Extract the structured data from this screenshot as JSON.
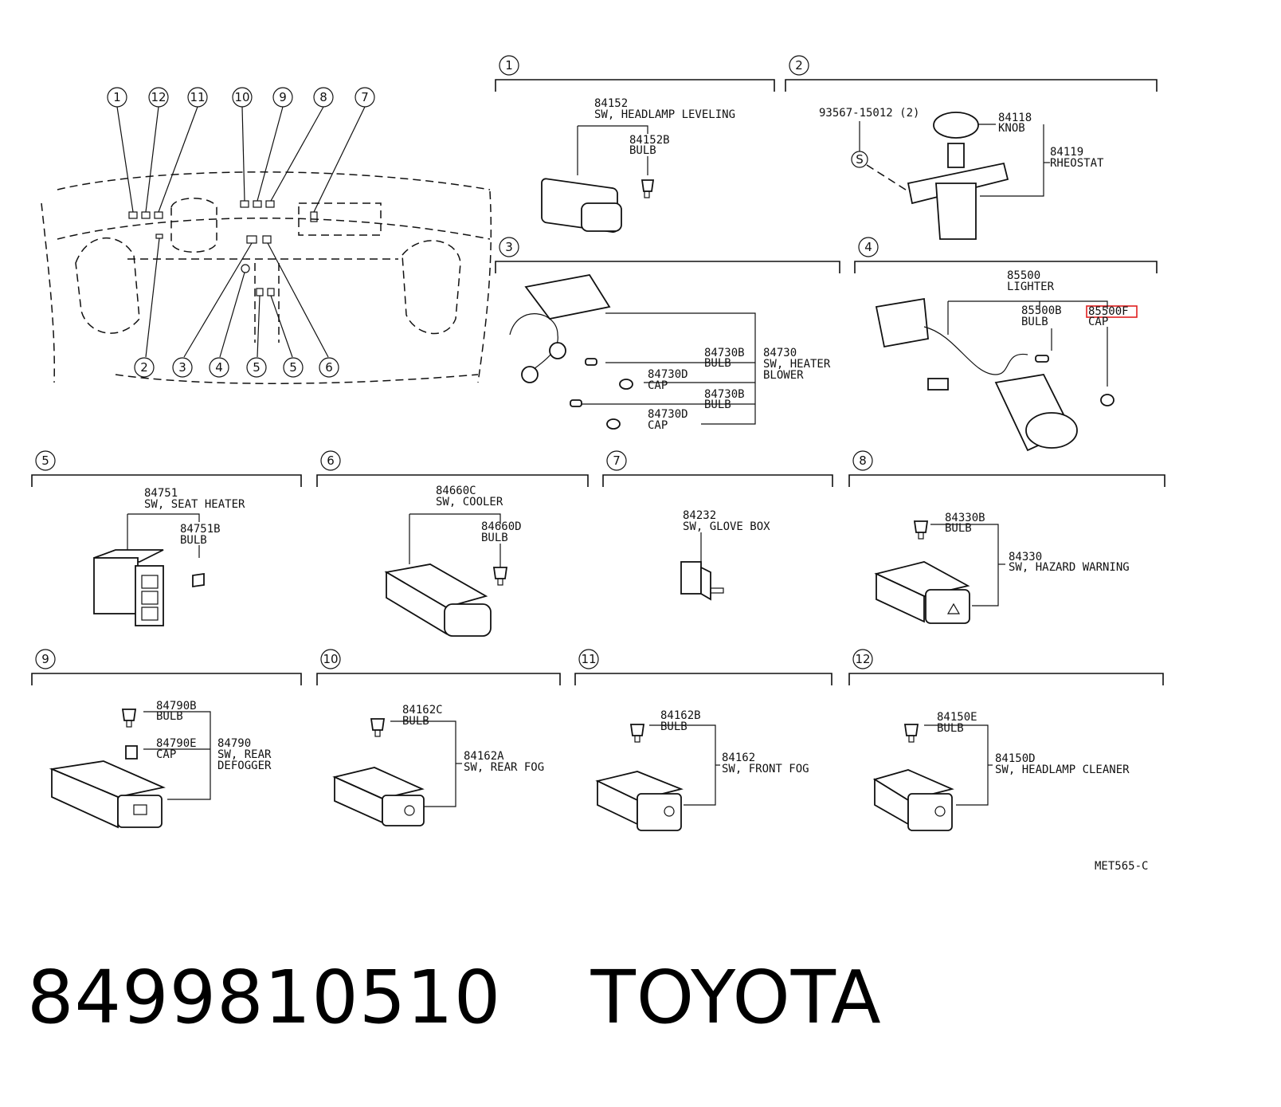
{
  "callout_numbers": [
    "1",
    "2",
    "3",
    "4",
    "5",
    "6",
    "7",
    "8",
    "9",
    "10",
    "11",
    "12"
  ],
  "overview_callouts": [
    "1",
    "12",
    "11",
    "10",
    "9",
    "8",
    "7",
    "2",
    "3",
    "4",
    "5",
    "5",
    "6"
  ],
  "groups": [
    {
      "id": "1",
      "parts": [
        {
          "code": "84152",
          "desc": "SW, HEADLAMP LEVELING"
        },
        {
          "code": "84152B",
          "desc": "BULB"
        }
      ]
    },
    {
      "id": "2",
      "parts": [
        {
          "code": "93567-15012 (2)",
          "desc": ""
        },
        {
          "code": "84118",
          "desc": "KNOB"
        },
        {
          "code": "84119",
          "desc": "RHEOSTAT"
        }
      ],
      "screw_symbol": "S"
    },
    {
      "id": "3",
      "parts": [
        {
          "code": "84730B",
          "desc": "BULB"
        },
        {
          "code": "84730D",
          "desc": "CAP"
        },
        {
          "code": "84730B",
          "desc": "BULB"
        },
        {
          "code": "84730D",
          "desc": "CAP"
        },
        {
          "code": "84730",
          "desc": "SW, HEATER",
          "desc2": "BLOWER"
        }
      ]
    },
    {
      "id": "4",
      "parts": [
        {
          "code": "85500",
          "desc": "LIGHTER"
        },
        {
          "code": "85500B",
          "desc": "BULB"
        },
        {
          "code": "85500F",
          "desc": "CAP"
        }
      ]
    },
    {
      "id": "5",
      "parts": [
        {
          "code": "84751",
          "desc": "SW, SEAT HEATER"
        },
        {
          "code": "84751B",
          "desc": "BULB"
        }
      ]
    },
    {
      "id": "6",
      "parts": [
        {
          "code": "84660C",
          "desc": "SW, COOLER"
        },
        {
          "code": "84660D",
          "desc": "BULB"
        }
      ]
    },
    {
      "id": "7",
      "parts": [
        {
          "code": "84232",
          "desc": "SW, GLOVE BOX"
        }
      ]
    },
    {
      "id": "8",
      "parts": [
        {
          "code": "84330B",
          "desc": "BULB"
        },
        {
          "code": "84330",
          "desc": "SW, HAZARD WARNING"
        }
      ]
    },
    {
      "id": "9",
      "parts": [
        {
          "code": "84790B",
          "desc": "BULB"
        },
        {
          "code": "84790E",
          "desc": "CAP"
        },
        {
          "code": "84790",
          "desc": "SW, REAR",
          "desc2": "DEFOGGER"
        }
      ]
    },
    {
      "id": "10",
      "parts": [
        {
          "code": "84162C",
          "desc": "BULB"
        },
        {
          "code": "84162A",
          "desc": "SW, REAR FOG"
        }
      ]
    },
    {
      "id": "11",
      "parts": [
        {
          "code": "84162B",
          "desc": "BULB"
        },
        {
          "code": "84162",
          "desc": "SW, FRONT FOG"
        }
      ]
    },
    {
      "id": "12",
      "parts": [
        {
          "code": "84150E",
          "desc": "BULB"
        },
        {
          "code": "84150D",
          "desc": "SW, HEADLAMP CLEANER"
        }
      ]
    }
  ],
  "highlight_color": "#e02020",
  "drawing_ref": "MET565-C",
  "footer": {
    "part_number": "8499810510",
    "brand": "TOYOTA"
  }
}
